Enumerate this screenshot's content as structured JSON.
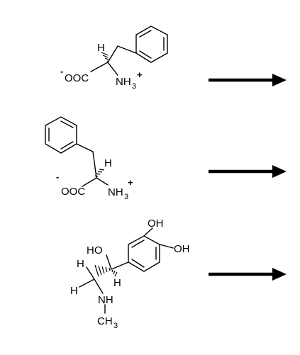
{
  "molecules": [
    {
      "carboxylate": "OOC",
      "carboxylate_charge": "-",
      "amine": "NH",
      "amine_subscript": "3",
      "amine_charge": "+",
      "alpha_h": "H"
    },
    {
      "carboxylate": "OOC",
      "carboxylate_charge": "-",
      "amine": "NH",
      "amine_subscript": "3",
      "amine_charge": "+",
      "alpha_h": "H"
    },
    {
      "phenol_top": "OH",
      "phenol_right": "OH",
      "benzylic_oh": "HO",
      "benzylic_h": "H",
      "ch2_h_upper": "H",
      "ch2_h_lower": "H",
      "amine": "NH",
      "methyl": "CH",
      "methyl_subscript": "3"
    }
  ],
  "arrows": [
    {
      "direction": "right"
    },
    {
      "direction": "right"
    },
    {
      "direction": "right"
    }
  ]
}
